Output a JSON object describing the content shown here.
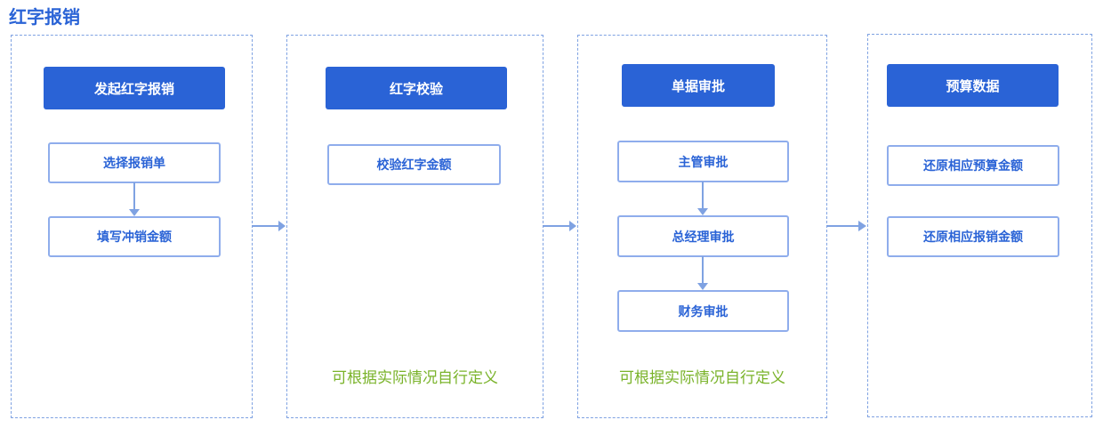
{
  "title": "红字报销",
  "colors": {
    "primary": "#2a63d6",
    "step_border": "#8fadec",
    "panel_border": "#7fa2e2",
    "arrow": "#7fa2e2",
    "note": "#7ab32a"
  },
  "columns": [
    {
      "header": "发起红字报销",
      "steps": [
        "选择报销单",
        "填写冲销金额"
      ],
      "note": ""
    },
    {
      "header": "红字校验",
      "steps": [
        "校验红字金额"
      ],
      "note": "可根据实际情况自行定义"
    },
    {
      "header": "单据审批",
      "steps": [
        "主管审批",
        "总经理审批",
        "财务审批"
      ],
      "note": "可根据实际情况自行定义"
    },
    {
      "header": "预算数据",
      "steps": [
        "还原相应预算金额",
        "还原相应报销金额"
      ],
      "note": ""
    }
  ]
}
